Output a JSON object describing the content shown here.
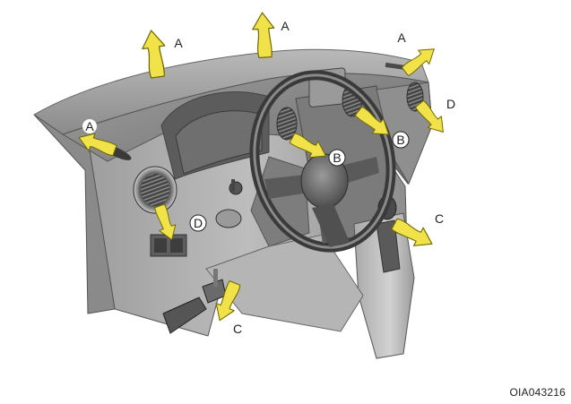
{
  "figure_code": "OIA043216",
  "labels": {
    "a": "A",
    "b": "B",
    "c": "C",
    "d": "D"
  },
  "colors": {
    "arrow_fill": "#f2e24a",
    "arrow_stroke": "#6f6a00",
    "dash_dark": "#6e6e6e",
    "dash_mid": "#a8a8a8",
    "dash_light": "#d3d3d3"
  },
  "icons": {
    "airflow_arrow": "curved-yellow-arrow"
  }
}
